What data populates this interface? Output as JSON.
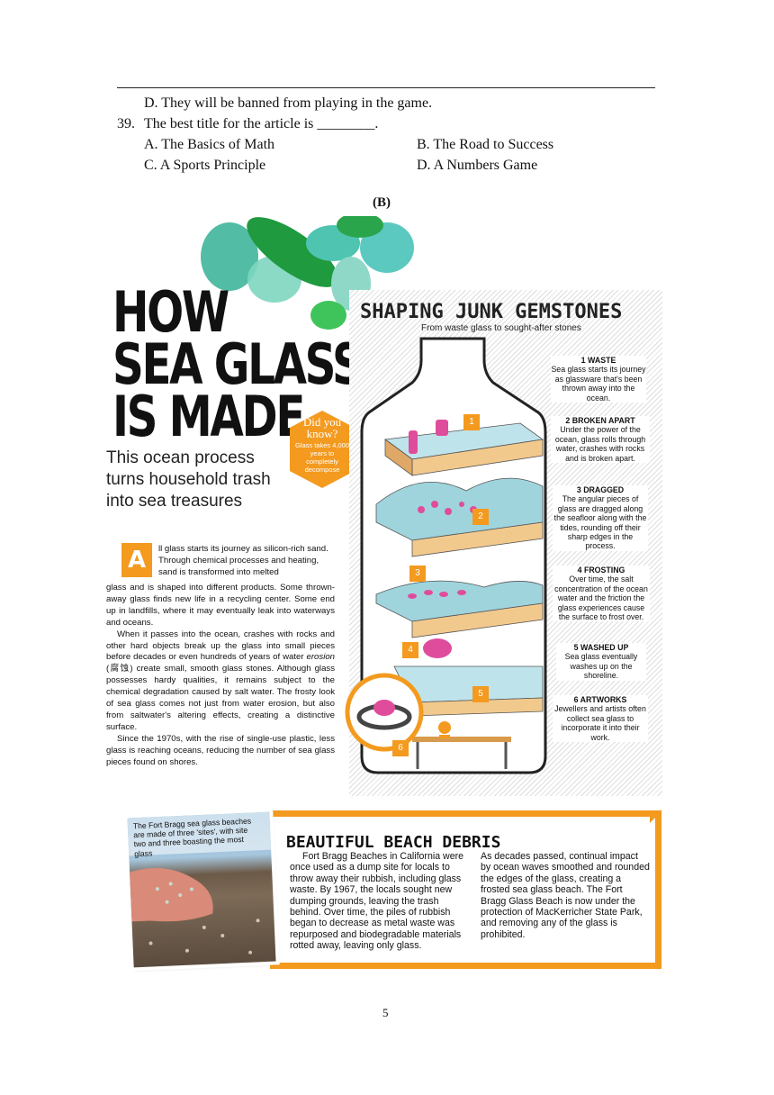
{
  "questions": {
    "option_d_38": "D. They will be banned from playing in the game.",
    "q39_number": "39.",
    "q39_text": "The best title for the article is ________.",
    "q39_a": "A. The Basics of Math",
    "q39_b": "B. The Road to Success",
    "q39_c": "C. A Sports Principle",
    "q39_d": "D. A Numbers Game"
  },
  "section_label": "(B)",
  "magazine": {
    "title_lines": [
      "HOW",
      "SEA GLASS",
      "IS MADE"
    ],
    "subtitle": "This ocean process turns household trash into sea treasures",
    "did_you_know": {
      "heading": "Did you know?",
      "text": "Glass takes 4,000 years to completely decompose"
    },
    "drop_cap": "A",
    "article_intro": "ll glass starts its journey as silicon-rich sand. Through chemical processes and heating, sand is transformed into melted",
    "article_p1_rest": "glass and is shaped into different products. Some thrown-away glass finds new life in a recycling center. Some end up in landfills, where it may eventually leak into waterways and oceans.",
    "article_p2_before": "When it passes into the ocean, crashes with rocks and other hard objects break up the glass into small pieces before decades or even hundreds of years of water ",
    "article_p2_term": "erosion",
    "article_p2_gloss": " (腐蚀) ",
    "article_p2_after": "create small, smooth glass stones. Although glass possesses hardy qualities, it remains subject to the chemical degradation caused by salt water. The frosty look of sea glass comes not just from water erosion, but also from saltwater's altering effects, creating a distinctive surface.",
    "article_p3": "Since the 1970s, with the rise of single-use plastic, less glass is reaching oceans, reducing the number of sea glass pieces found on shores.",
    "infographic": {
      "title": "SHAPING JUNK GEMSTONES",
      "subtitle": "From waste glass to sought-after stones",
      "steps": [
        {
          "num": "1",
          "title": "WASTE",
          "text": "Sea glass starts its journey as glassware that's been thrown away into the ocean."
        },
        {
          "num": "2",
          "title": "BROKEN APART",
          "text": "Under the power of the ocean, glass rolls through water, crashes with rocks and is broken apart."
        },
        {
          "num": "3",
          "title": "DRAGGED",
          "text": "The angular pieces of glass are dragged along the seafloor along with the tides, rounding off their sharp edges in the process."
        },
        {
          "num": "4",
          "title": "FROSTING",
          "text": "Over time, the salt concentration of the ocean water and the friction the glass experiences cause the surface to frost over."
        },
        {
          "num": "5",
          "title": "WASHED UP",
          "text": "Sea glass eventually washes up on the shoreline."
        },
        {
          "num": "6",
          "title": "ARTWORKS",
          "text": "Jewellers and artists often collect sea glass to incorporate it into their work."
        }
      ]
    }
  },
  "beach": {
    "caption": "The Fort Bragg sea glass beaches are made of three 'sites', with site two and three boasting the most glass",
    "title": "BEAUTIFUL BEACH DEBRIS",
    "col1": "Fort Bragg Beaches in California were once used as a dump site for locals to throw away their rubbish, including glass waste. By 1967, the locals sought new dumping grounds, leaving the trash behind. Over time, the piles of rubbish began to decrease as metal waste was repurposed and biodegradable materials rotted away, leaving only glass.",
    "col2": "As decades passed, continual impact by ocean waves smoothed and rounded the edges of the glass, creating a frosted sea glass beach. The Fort Bragg Glass Beach is now under the protection of MacKerricher State Park, and removing any of the glass is prohibited."
  },
  "page_number": "5",
  "colors": {
    "accent_orange": "#f39a1f",
    "sea_green": "#3fb59a",
    "glass_pink": "#e04c9c"
  }
}
